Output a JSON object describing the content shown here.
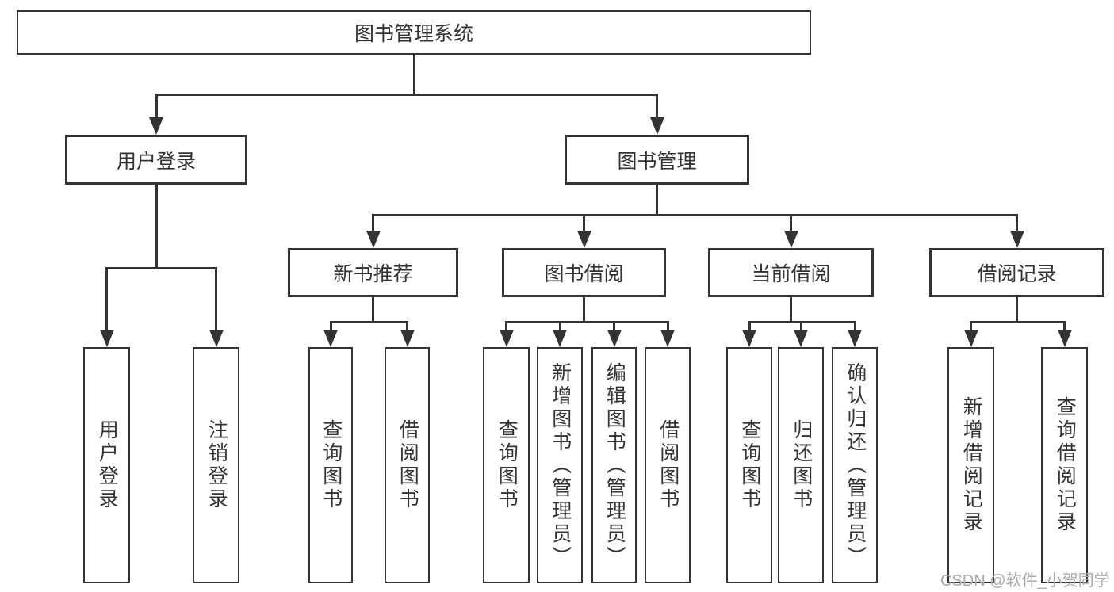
{
  "colors": {
    "line": "#333333",
    "text": "#333333",
    "watermark": "#a9a9a9",
    "bg": "#ffffff"
  },
  "watermark": {
    "text": "CSDN @软件_小贺同学"
  },
  "tree": {
    "label": "图书管理系统",
    "children": [
      {
        "label": "用户登录",
        "children": [
          {
            "label": "用户登录"
          },
          {
            "label": "注销登录"
          }
        ]
      },
      {
        "label": "图书管理",
        "children": [
          {
            "label": "新书推荐",
            "children": [
              {
                "label": "查询图书"
              },
              {
                "label": "借阅图书"
              }
            ]
          },
          {
            "label": "图书借阅",
            "children": [
              {
                "label": "查询图书"
              },
              {
                "label": "新增图书（管理员）"
              },
              {
                "label": "编辑图书（管理员）"
              },
              {
                "label": "借阅图书"
              }
            ]
          },
          {
            "label": "当前借阅",
            "children": [
              {
                "label": "查询图书"
              },
              {
                "label": "归还图书"
              },
              {
                "label": "确认归还（管理员）"
              }
            ]
          },
          {
            "label": "借阅记录",
            "children": [
              {
                "label": "新增借阅记录"
              },
              {
                "label": "查询借阅记录"
              }
            ]
          }
        ]
      }
    ]
  }
}
